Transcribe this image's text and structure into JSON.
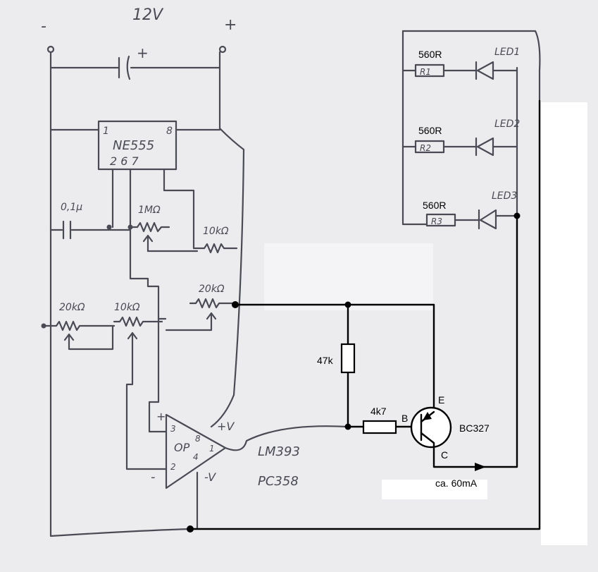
{
  "supply": {
    "voltage": "12V",
    "minus": "-",
    "plus": "+"
  },
  "timer": {
    "name": "NE555",
    "pin1": "1",
    "pin8": "8",
    "pins_bottom": "2 6 7"
  },
  "parts": {
    "cap": "0,1µ",
    "pot_1m": "1MΩ",
    "res_10k_top": "10kΩ",
    "res_20k_mid": "20kΩ",
    "res_20k_left": "20kΩ",
    "res_10k_left": "10kΩ"
  },
  "opamp": {
    "label": "OP",
    "pin3": "3",
    "pin2": "2",
    "pin8": "8",
    "pin4": "4",
    "pin1": "1",
    "plus": "+",
    "minus": "-",
    "vplus": "+V",
    "vminus": "-V",
    "model_a": "LM393",
    "model_b": "PC358"
  },
  "leds": [
    {
      "res_value": "560R",
      "res_ref": "R1",
      "led_ref": "LED1"
    },
    {
      "res_value": "560R",
      "res_ref": "R2",
      "led_ref": "LED2"
    },
    {
      "res_value": "560R",
      "res_ref": "R3",
      "led_ref": "LED3"
    }
  ],
  "driver": {
    "r_pullup": "47k",
    "r_base": "4k7",
    "transistor": "BC327",
    "pin_e": "E",
    "pin_b": "B",
    "pin_c": "C",
    "current": "ca. 60mA"
  }
}
